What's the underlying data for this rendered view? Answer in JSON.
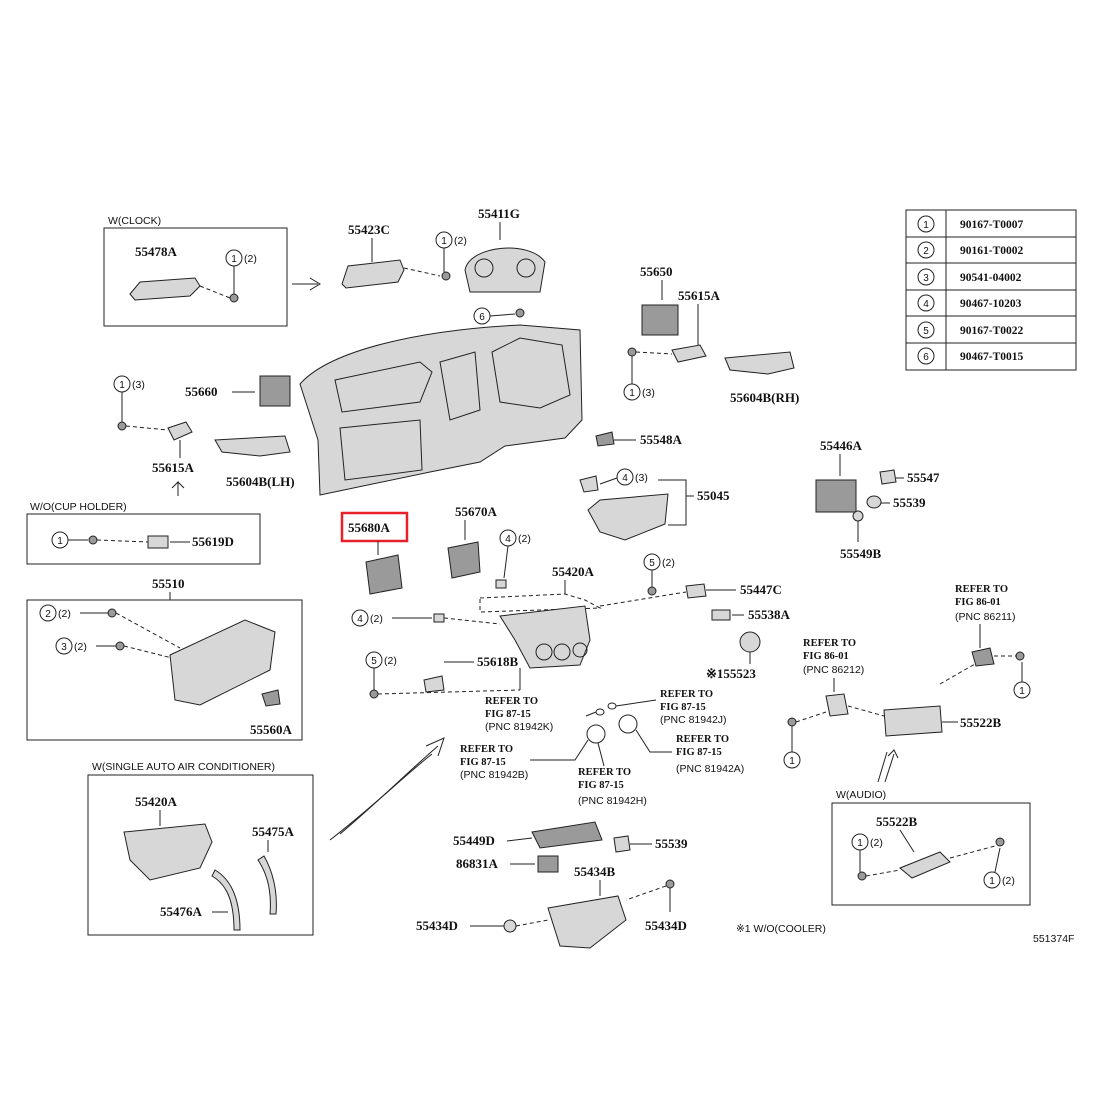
{
  "diagram": {
    "figure_id": "551374F",
    "highlighted_part": "55680A",
    "highlight_color": "#e8202a",
    "fastener_table": [
      {
        "ref": "1",
        "part": "90167-T0007"
      },
      {
        "ref": "2",
        "part": "90161-T0002"
      },
      {
        "ref": "3",
        "part": "90541-04002"
      },
      {
        "ref": "4",
        "part": "90467-10203"
      },
      {
        "ref": "5",
        "part": "90167-T0022"
      },
      {
        "ref": "6",
        "part": "90467-T0015"
      }
    ],
    "groups": {
      "clock": {
        "title": "W(CLOCK)",
        "part": "55478A",
        "fastener": "1",
        "qty": "(2)"
      },
      "cup_holder": {
        "title": "W/O(CUP HOLDER)",
        "fastener": "1",
        "part": "55619D"
      },
      "glove_box": {
        "part": "55510",
        "fasteners": [
          {
            "ref": "2",
            "qty": "(2)"
          },
          {
            "ref": "3",
            "qty": "(2)"
          }
        ],
        "sub_part": "55560A"
      },
      "single_auto_ac": {
        "title": "W(SINGLE AUTO AIR CONDITIONER)",
        "parts": [
          "55420A",
          "55475A",
          "55476A"
        ]
      },
      "audio": {
        "title": "W(AUDIO)",
        "part": "55522B",
        "fasteners": [
          {
            "ref": "1",
            "qty": "(2)"
          },
          {
            "ref": "1",
            "qty": "(2)"
          }
        ]
      }
    },
    "labels": {
      "p55423C": "55423C",
      "p55411G": "55411G",
      "c1_2_top": "(2)",
      "c6": "6",
      "p55650": "55650",
      "p55615A_r": "55615A",
      "c1_3_r": "(3)",
      "p55604B_rh": "55604B(RH)",
      "c1_3_l": "(3)",
      "p55660": "55660",
      "p55615A_l": "55615A",
      "p55604B_lh": "55604B(LH)",
      "p55548A": "55548A",
      "c4_3": "(3)",
      "p55045": "55045",
      "p55446A": "55446A",
      "p55547": "55547",
      "p55539_r": "55539",
      "p55549B": "55549B",
      "p55680A": "55680A",
      "p55670A": "55670A",
      "c4_2_a": "(2)",
      "p55420A": "55420A",
      "c5_2_a": "(2)",
      "p55447C": "55447C",
      "p55538A": "55538A",
      "c4_2_b": "(2)",
      "c5_2_b": "(2)",
      "p55618B": "55618B",
      "p55523": "※155523",
      "refer_1": [
        "REFER TO",
        "FIG 87-15",
        "(PNC 81942K)"
      ],
      "refer_2": [
        "REFER TO",
        "FIG 87-15",
        "(PNC 81942J)"
      ],
      "refer_3": [
        "REFER TO",
        "FIG 87-15",
        "(PNC 81942B)"
      ],
      "refer_4": [
        "REFER TO",
        "FIG 87-15",
        "(PNC 81942A)"
      ],
      "refer_5": [
        "REFER TO",
        "FIG 87-15",
        "(PNC 81942H)"
      ],
      "refer_6": [
        "REFER TO",
        "FIG 86-01",
        "(PNC 86212)"
      ],
      "refer_7": [
        "REFER TO",
        "FIG 86-01",
        "(PNC 86211)"
      ],
      "p55522B_main": "55522B",
      "p55449D": "55449D",
      "p55539_b": "55539",
      "p86831A": "86831A",
      "p55434B": "55434B",
      "p55434D_l": "55434D",
      "p55434D_r": "55434D",
      "note_cooler": "※1 W/O(COOLER)"
    }
  }
}
